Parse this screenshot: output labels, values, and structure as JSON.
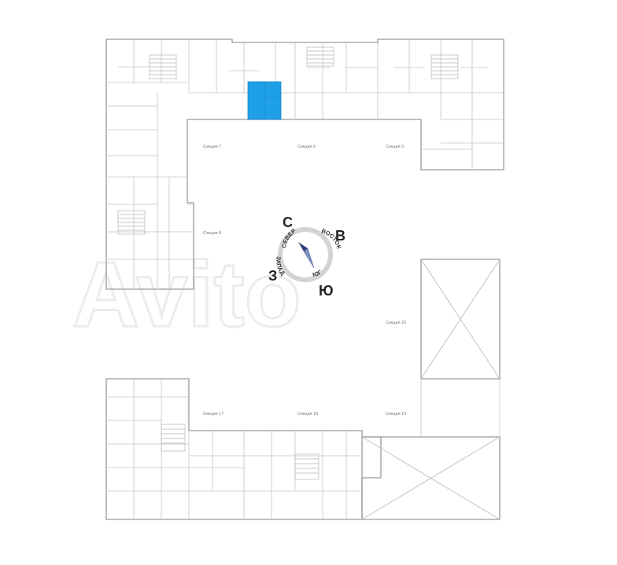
{
  "plan": {
    "watermark": "Avito",
    "highlight_color": "#1e9fe6",
    "sections": [
      {
        "id": "s7",
        "label": "Секция 7"
      },
      {
        "id": "s6",
        "label": "Секция 6"
      },
      {
        "id": "s5",
        "label": "Секция 5"
      },
      {
        "id": "s8",
        "label": "Секция 8"
      },
      {
        "id": "s20",
        "label": "Секция 20"
      },
      {
        "id": "s17",
        "label": "Секция 17"
      },
      {
        "id": "s18",
        "label": "Секция 18"
      },
      {
        "id": "s19",
        "label": "Секция 19"
      }
    ]
  },
  "compass": {
    "north_letter": "С",
    "east_letter": "В",
    "south_letter": "Ю",
    "west_letter": "З",
    "north_word": "СЕВЕР",
    "east_word": "ВОСТОК",
    "south_word": "ЮГ",
    "west_word": "ЗАПАД"
  }
}
